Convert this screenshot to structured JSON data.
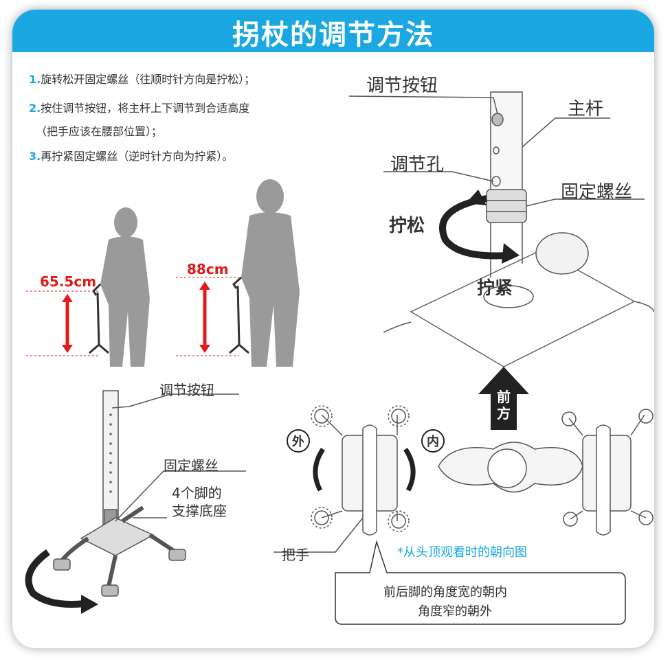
{
  "title": "拐杖的调节方法",
  "steps": [
    {
      "num": "1.",
      "text": "旋转松开固定螺丝（往顺时针方向是拧松）；"
    },
    {
      "num": "2.",
      "text": "按住调节按钮，将主杆上下调节到合适高度"
    },
    {
      "num": "",
      "text": "（把手应该在腰部位置）；"
    },
    {
      "num": "3.",
      "text": "再拧紧固定螺丝（逆时针方向为拧紧）。"
    }
  ],
  "heights": {
    "short": "65.5cm",
    "tall": "88cm"
  },
  "top_diagram": {
    "adjust_button": "调节按钮",
    "main_pole": "主杆",
    "adjust_hole": "调节孔",
    "fix_screw": "固定螺丝",
    "loosen": "拧松",
    "tighten": "拧紧"
  },
  "bottom_diagram": {
    "adjust_button": "调节按钮",
    "fix_screw": "固定螺丝",
    "base_line1": "4个脚的",
    "base_line2": "支撑底座"
  },
  "top_view": {
    "front": "前方",
    "outer": "外",
    "inner": "内",
    "handle": "把手",
    "caption": "*从头顶观看时的朝向图",
    "note_line1": "前后脚的角度宽的朝内",
    "note_line2": "角度窄的朝外"
  }
}
